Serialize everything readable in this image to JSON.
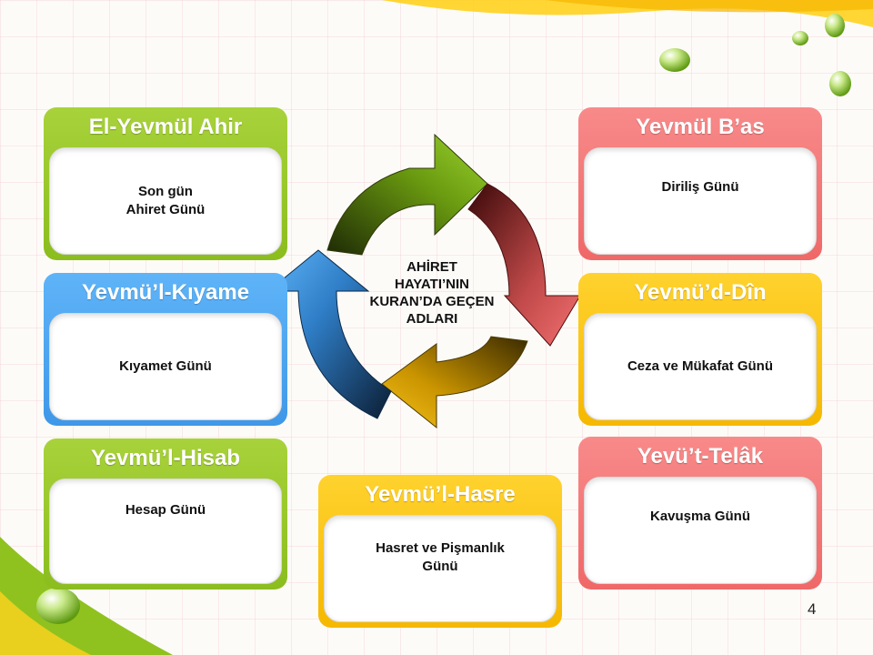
{
  "center_label": "AHİRET\nHAYATI’NIN\nKURAN’DA GEÇEN\nADLARI",
  "page_number": "4",
  "colors": {
    "green": "#8bbd1f",
    "blue": "#3f98e8",
    "red": "#f06868",
    "yellow": "#f6b800"
  },
  "cards": {
    "el_yevmul_ahir": {
      "title": "El-Yevmül Ahir",
      "body": "Son gün\nAhiret Günü"
    },
    "yevmul_kiyame": {
      "title": "Yevmü’l-Kıyame",
      "body": "Kıyamet Günü"
    },
    "yevmul_hisab": {
      "title": "Yevmü’l-Hisab",
      "body": "Hesap Günü"
    },
    "yevmul_hasre": {
      "title": "Yevmü’l-Hasre",
      "body": "Hasret ve Pişmanlık\nGünü"
    },
    "yevmul_bas": {
      "title": "Yevmül B’as",
      "body": "Diriliş Günü"
    },
    "yevmud_din": {
      "title": "Yevmü’d-Dîn",
      "body": "Ceza ve Mükafat Günü"
    },
    "yevut_telak": {
      "title": "Yevü’t-Telâk",
      "body": "Kavuşma Günü"
    }
  }
}
